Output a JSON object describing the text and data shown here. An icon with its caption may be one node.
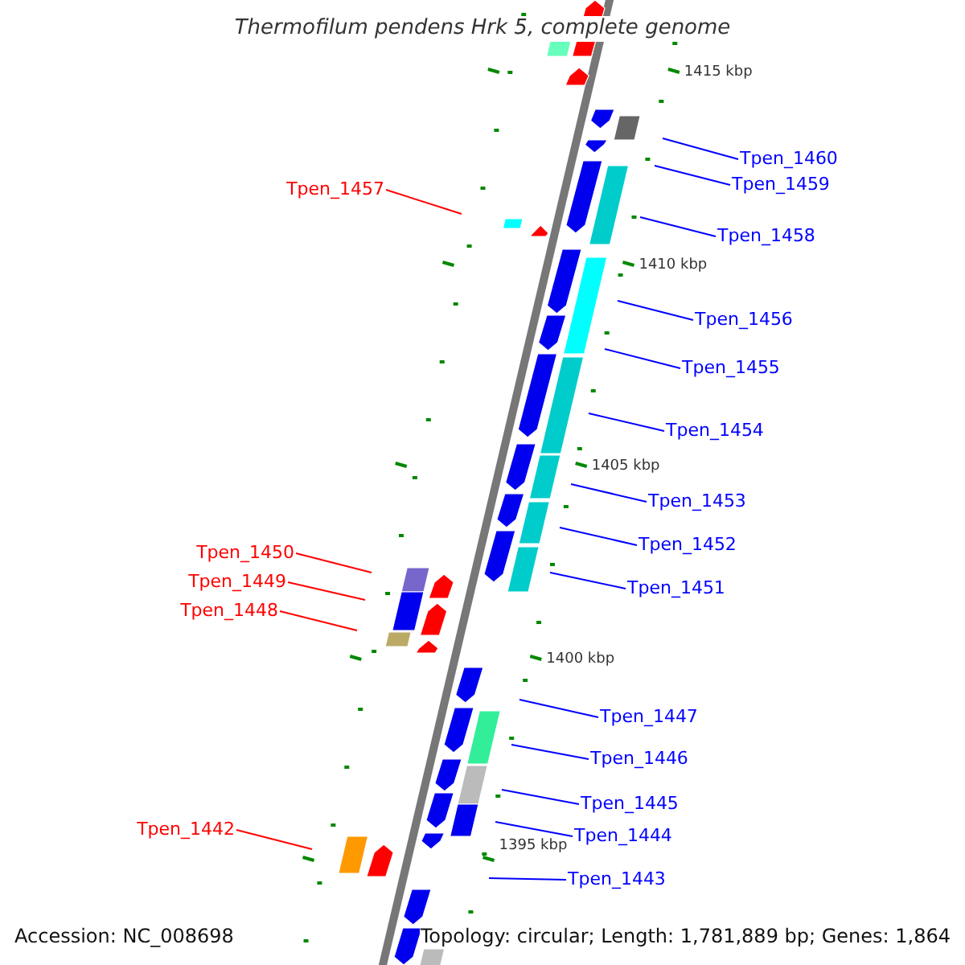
{
  "diagram": {
    "title": "Thermofilum pendens Hrk 5, complete genome",
    "nodes": [
      {
        "text": [
          "Tpen_1460"
        ]
      },
      {
        "text": [
          "Tpen_1459"
        ]
      },
      {
        "text": [
          "Tpen_1457"
        ]
      },
      {
        "text": [
          "Tpen_1458"
        ]
      },
      {
        "text": [
          "Tpen_1456"
        ]
      },
      {
        "text": [
          "Tpen_1455"
        ]
      },
      {
        "text": [
          "Tpen_1454"
        ]
      },
      {
        "text": [
          "Tpen_1453"
        ]
      },
      {
        "text": [
          "Tpen_1452"
        ]
      },
      {
        "text": [
          "Tpen_1451"
        ]
      },
      {
        "text": [
          "Tpen_1450"
        ]
      },
      {
        "text": [
          "Tpen_1449"
        ]
      },
      {
        "text": [
          "Tpen_1448"
        ]
      },
      {
        "text": [
          "Tpen_1447"
        ]
      },
      {
        "text": [
          "Tpen_1446"
        ]
      },
      {
        "text": [
          "Tpen_1445"
        ]
      },
      {
        "text": [
          "Tpen_1444"
        ]
      },
      {
        "text": [
          "Tpen_1442"
        ]
      },
      {
        "text": [
          "Tpen_1443"
        ]
      }
    ],
    "edges": [
      {
        "from": 0,
        "to": null,
        "arrow": "none"
      },
      {
        "from": 1,
        "to": null,
        "arrow": "none"
      },
      {
        "from": 2,
        "to": null,
        "arrow": "none",
        "color": "#ff0000"
      },
      {
        "from": 3,
        "to": null,
        "arrow": "none"
      },
      {
        "from": 4,
        "to": null,
        "arrow": "none"
      },
      {
        "from": 5,
        "to": null,
        "arrow": "none"
      },
      {
        "from": 6,
        "to": null,
        "arrow": "none"
      },
      {
        "from": 7,
        "to": null,
        "arrow": "none"
      },
      {
        "from": 8,
        "to": null,
        "arrow": "none"
      },
      {
        "from": 9,
        "to": null,
        "arrow": "none"
      },
      {
        "from": 10,
        "to": null,
        "arrow": "none",
        "color": "#ff0000"
      },
      {
        "from": 11,
        "to": null,
        "arrow": "none",
        "color": "#ff0000"
      },
      {
        "from": 12,
        "to": null,
        "arrow": "none",
        "color": "#ff0000"
      },
      {
        "from": 13,
        "to": null,
        "arrow": "none"
      },
      {
        "from": 14,
        "to": null,
        "arrow": "none"
      },
      {
        "from": 15,
        "to": null,
        "arrow": "none"
      },
      {
        "from": 16,
        "to": null,
        "arrow": "none"
      },
      {
        "from": 17,
        "to": null,
        "arrow": "none",
        "color": "#ff0000"
      },
      {
        "from": 18,
        "to": null,
        "arrow": "none"
      }
    ],
    "labels": [
      "1415 kbp",
      "1410 kbp",
      "1405 kbp",
      "1400 kbp",
      "1395 kbp",
      "Accession: NC_008698",
      "Topology: circular; Length: 1,781,889 bp; Genes: 1,864"
    ]
  }
}
